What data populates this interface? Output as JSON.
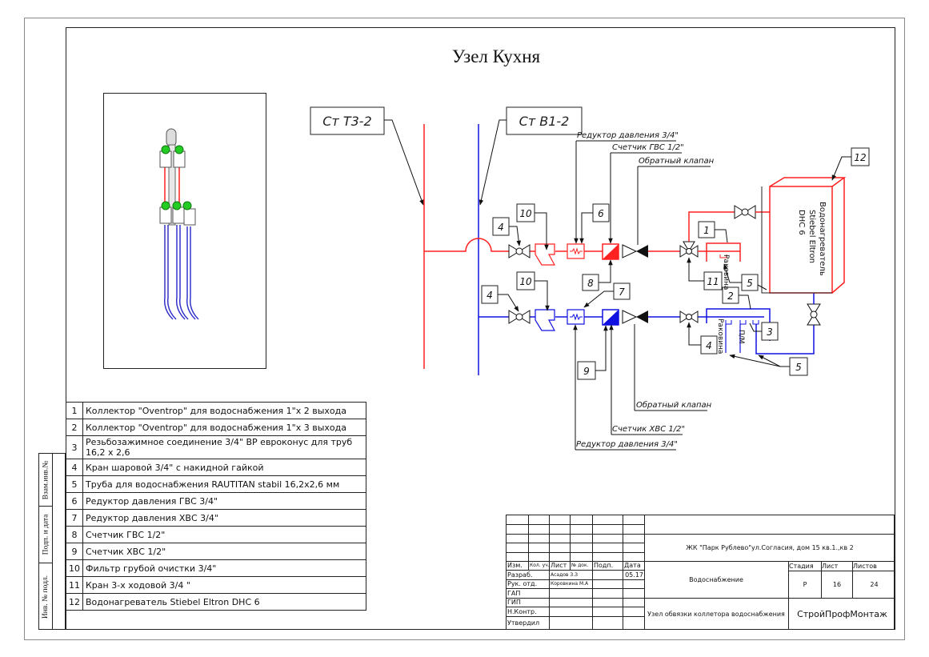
{
  "title": "Узел Кухня",
  "colors": {
    "hot": "#ff2020",
    "cold": "#1010e0",
    "line": "#111111",
    "valve_green": "#22cc22"
  },
  "risers": [
    {
      "label": "Ст  Т3-2",
      "type": "hot"
    },
    {
      "label": "Ст  В1-2",
      "type": "cold"
    }
  ],
  "callouts_top": [
    "Редуктор давления 3/4\"",
    "Счетчик ГВС 1/2\"",
    "Обратный клапан"
  ],
  "callouts_bottom": [
    "Обратный клапан",
    "Счетчик ХВС 1/2\"",
    "Редуктор давления 3/4\""
  ],
  "tags": {
    "t1": "1",
    "t2": "2",
    "t3": "3",
    "t4a": "4",
    "t4b": "4",
    "t4c": "4",
    "t5a": "5",
    "t5b": "5",
    "t6": "6",
    "t7": "7",
    "t8": "8",
    "t9": "9",
    "t10a": "10",
    "t10b": "10",
    "t11": "11",
    "t12": "12"
  },
  "fixtures": {
    "sink_hot": "Раковина",
    "sink_cold": "Раковина",
    "dishwasher": "П/М"
  },
  "heater_label": [
    "Водонагреватель",
    "Stiebel Eltron",
    "DHC 6"
  ],
  "spec": [
    {
      "n": "1",
      "text": "Коллектор \"Oventrop\" для водоснабжения 1\"х 2 выхода"
    },
    {
      "n": "2",
      "text": "Коллектор \"Oventrop\" для водоснабжения 1\"х 3 выхода"
    },
    {
      "n": "3",
      "text": "Резьбозажимное соединение 3/4\" ВР евроконус для труб 16,2 х 2,6"
    },
    {
      "n": "4",
      "text": "Кран шаровой 3/4\" с накидной гайкой"
    },
    {
      "n": "5",
      "text": "Труба для водоснабжения RAUTITAN stabil 16,2х2,6 мм"
    },
    {
      "n": "6",
      "text": "Редуктор давления ГВС 3/4\""
    },
    {
      "n": "7",
      "text": "Редуктор давления ХВС 3/4\""
    },
    {
      "n": "8",
      "text": "Счетчик ГВС 1/2\""
    },
    {
      "n": "9",
      "text": "Счетчик ХВС 1/2\""
    },
    {
      "n": "10",
      "text": "Фильтр грубой очистки  3/4\""
    },
    {
      "n": "11",
      "text": "Кран 3-х ходовой 3/4 \""
    },
    {
      "n": "12",
      "text": "Водонагреватель Stiebel Eltron DHC 6"
    }
  ],
  "side_stamp": [
    "Взам.инв.№",
    "Подп. и дата",
    "Инв. № подл."
  ],
  "title_block": {
    "headers": [
      "Изм.",
      "Кол. уч.",
      "Лист",
      "№ док.",
      "Подп.",
      "Дата"
    ],
    "roles": [
      "Разраб.",
      "Рук. отд.",
      "ГАП",
      "ГИП",
      "Н.Контр.",
      "Утвердил"
    ],
    "developer": "Асадов З.З",
    "dept_head": "Коровкина М.А",
    "date": "05.17",
    "project": "ЖК \"Парк Рублево\"ул.Согласия, дом 15 кв.1.,кв 2",
    "section": "Водоснабжение",
    "sheet_title": "Узел обвязки коллетора водоснабжения",
    "stage_label": "Стадия",
    "sheet_label": "Лист",
    "sheets_label": "Листов",
    "stage": "Р",
    "sheet": "16",
    "sheets": "24",
    "company": "СтройПрофМонтаж"
  }
}
